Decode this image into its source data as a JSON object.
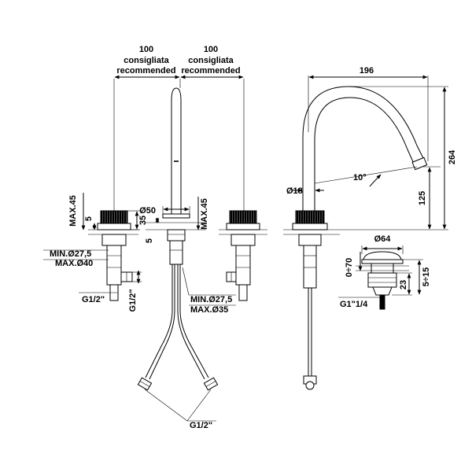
{
  "dimensions": {
    "left_spacing_value": "100",
    "right_spacing_value": "100",
    "spacing_note_it": "consigliata",
    "spacing_note_en": "recommended",
    "left_max_thickness": "MAX.45",
    "left_knob_gap": "5",
    "left_knob_height": "35",
    "left_min_hole": "MIN.Ø27,5",
    "left_max_hole": "MAX.Ø40",
    "left_conn_h": "G1/2\"",
    "left_conn_v": "G1/2\"",
    "spout_base_diameter": "Ø50",
    "spout_base_gap": "5",
    "center_max_thickness": "MAX.45",
    "center_min_hole": "MIN.Ø27,5",
    "center_max_hole": "MAX.Ø35",
    "hose_connection": "G1/2\"",
    "overall_reach": "196",
    "overall_height": "264",
    "spout_height": "125",
    "spout_angle": "10°",
    "spout_diameter": "Ø18",
    "waste_diameter": "Ø64",
    "waste_adjust": "0÷70",
    "waste_height": "23",
    "waste_lift": "5÷15",
    "waste_thread": "G1\"1/4"
  }
}
